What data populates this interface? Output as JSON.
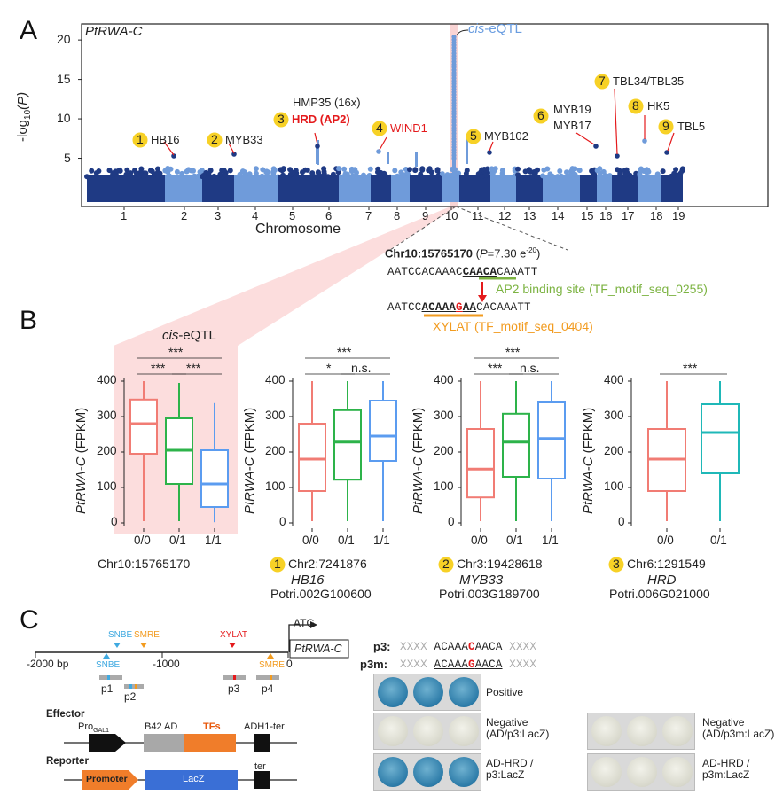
{
  "panels": {
    "A": "A",
    "B": "B",
    "C": "C"
  },
  "panel_a": {
    "gene_label": "PtRWA-C",
    "ylabel_main": "-log",
    "ylabel_sub": "10",
    "ylabel_tail": "(P)",
    "xlabel": "Chromosome",
    "cis_label_prefix": "cis",
    "cis_label_suffix": "-eQTL",
    "yticks": [
      "5",
      "10",
      "15",
      "20"
    ],
    "chromosomes": [
      "1",
      "2",
      "3",
      "4",
      "5",
      "6",
      "7",
      "8",
      "9",
      "10",
      "11",
      "12",
      "13",
      "14",
      "15",
      "16",
      "17",
      "18",
      "19"
    ],
    "annotations": [
      {
        "num": "1",
        "label": "HB16"
      },
      {
        "num": "2",
        "label": "MYB33"
      },
      {
        "num": "3",
        "label": "HRD (AP2)",
        "extra": "HMP35 (16x)"
      },
      {
        "num": "4",
        "label": "WIND1"
      },
      {
        "num": "5",
        "label": "MYB102"
      },
      {
        "num": "6",
        "label": "MYB19",
        "label2": "MYB17"
      },
      {
        "num": "7",
        "label": "TBL34/TBL35"
      },
      {
        "num": "8",
        "label": "HK5"
      },
      {
        "num": "9",
        "label": "TBL5"
      }
    ]
  },
  "snp": {
    "title": "Chr10:15765170",
    "pvalue_prefix": "(",
    "pvalue_p": "P",
    "pvalue_mid": "=7.30 e",
    "pvalue_exp": "-20",
    "pvalue_close": ")",
    "seq1_pre": "AATCCACAAAC",
    "seq1_motif": "CAACA",
    "seq1_post": "CAAATT",
    "seq2_pre": "AATCC",
    "seq2_motif_a": "ACAAA",
    "seq2_mut": "G",
    "seq2_motif_b": "AA",
    "seq2_post": "CACAAATT",
    "ap2_label": "AP2 binding site (TF_motif_seq_0255)",
    "xylat_label": "XYLAT (TF_motif_seq_0404)"
  },
  "panel_b": {
    "ylabel_gene": "PtRWA-C",
    "ylabel_unit": " (FPKM)",
    "yticks": [
      "0",
      "100",
      "200",
      "300",
      "400"
    ],
    "cis_prefix": "cis",
    "cis_suffix": "-eQTL",
    "plots": [
      {
        "categories": [
          "0/0",
          "0/1",
          "1/1"
        ],
        "marker": "Chr10:15765170",
        "num": "",
        "gene": "",
        "id": "",
        "boxes": [
          {
            "q1": 195,
            "med": 280,
            "q3": 348,
            "lo": 5,
            "hi": 400,
            "color": "#f17c74"
          },
          {
            "q1": 110,
            "med": 205,
            "q3": 295,
            "lo": 5,
            "hi": 395,
            "color": "#2db34a"
          },
          {
            "q1": 45,
            "med": 110,
            "q3": 205,
            "lo": 2,
            "hi": 338,
            "color": "#5b9cf0"
          }
        ],
        "sig": [
          {
            "text": "***",
            "from": 0,
            "to": 2,
            "level": 2
          },
          {
            "text": "***",
            "from": 0,
            "to": 1,
            "level": 1
          },
          {
            "text": "***",
            "from": 1,
            "to": 2,
            "level": 1
          }
        ]
      },
      {
        "categories": [
          "0/0",
          "0/1",
          "1/1"
        ],
        "marker": "Chr2:7241876",
        "num": "1",
        "gene": "HB16",
        "id": "Potri.002G100600",
        "boxes": [
          {
            "q1": 90,
            "med": 180,
            "q3": 280,
            "lo": 5,
            "hi": 400,
            "color": "#f17c74"
          },
          {
            "q1": 122,
            "med": 228,
            "q3": 318,
            "lo": 5,
            "hi": 400,
            "color": "#2db34a"
          },
          {
            "q1": 175,
            "med": 245,
            "q3": 345,
            "lo": 5,
            "hi": 400,
            "color": "#5b9cf0"
          }
        ],
        "sig": [
          {
            "text": "***",
            "from": 0,
            "to": 2,
            "level": 2
          },
          {
            "text": "*",
            "from": 0,
            "to": 1,
            "level": 1
          },
          {
            "text": "n.s.",
            "from": 1,
            "to": 2,
            "level": 1
          }
        ]
      },
      {
        "categories": [
          "0/0",
          "0/1",
          "1/1"
        ],
        "marker": "Chr3:19428618",
        "num": "2",
        "gene": "MYB33",
        "id": "Potri.003G189700",
        "boxes": [
          {
            "q1": 72,
            "med": 152,
            "q3": 265,
            "lo": 5,
            "hi": 400,
            "color": "#f17c74"
          },
          {
            "q1": 130,
            "med": 228,
            "q3": 308,
            "lo": 5,
            "hi": 400,
            "color": "#2db34a"
          },
          {
            "q1": 125,
            "med": 238,
            "q3": 340,
            "lo": 5,
            "hi": 400,
            "color": "#5b9cf0"
          }
        ],
        "sig": [
          {
            "text": "***",
            "from": 0,
            "to": 2,
            "level": 2
          },
          {
            "text": "***",
            "from": 0,
            "to": 1,
            "level": 1
          },
          {
            "text": "n.s.",
            "from": 1,
            "to": 2,
            "level": 1
          }
        ]
      },
      {
        "categories": [
          "0/0",
          "0/1"
        ],
        "marker": "Chr6:1291549",
        "num": "3",
        "gene": "HRD",
        "id": "Potri.006G021000",
        "boxes": [
          {
            "q1": 90,
            "med": 180,
            "q3": 265,
            "lo": 5,
            "hi": 400,
            "color": "#f17c74"
          },
          {
            "q1": 140,
            "med": 255,
            "q3": 335,
            "lo": 5,
            "hi": 400,
            "color": "#1fb8b8"
          }
        ],
        "sig": [
          {
            "text": "***",
            "from": 0,
            "to": 1,
            "level": 1
          }
        ]
      }
    ]
  },
  "panel_c": {
    "snbe_top": "SNBE",
    "smre_top": "SMRE",
    "xylat": "XYLAT",
    "snbe_bottom": "SNBE",
    "smre_bottom": "SMRE",
    "atg": "ATG",
    "gene": "PtRWA-C",
    "axis_labels": [
      "-2000 bp",
      "-1000",
      "0"
    ],
    "fragments": [
      "p1",
      "p2",
      "p3",
      "p4"
    ],
    "effector_title": "Effector",
    "pro_label": "Pro",
    "pro_sub": "GAL1",
    "b42": "B42 AD",
    "tfs": "TFs",
    "adh": "ADH1-ter",
    "reporter_title": "Reporter",
    "promoter": "Promoter",
    "lacz": "LacZ",
    "ter": "ter",
    "p3_name": "p3:",
    "p3m_name": "p3m:",
    "flank": "XXXX",
    "p3_a": "ACAAA",
    "p3_b": "C",
    "p3_c": "AACA",
    "p3m_a": "ACAAA",
    "p3m_b": "G",
    "p3m_c": "AACA",
    "positive": "Positive",
    "neg1_l1": "Negative",
    "neg1_l2": "(AD/p3:LacZ)",
    "neg2_l1": "Negative",
    "neg2_l2": "(AD/p3m:LacZ)",
    "hrd1_l1": "AD-HRD /",
    "hrd1_l2": "p3:LacZ",
    "hrd2_l1": "AD-HRD /",
    "hrd2_l2": "p3m:LacZ"
  }
}
